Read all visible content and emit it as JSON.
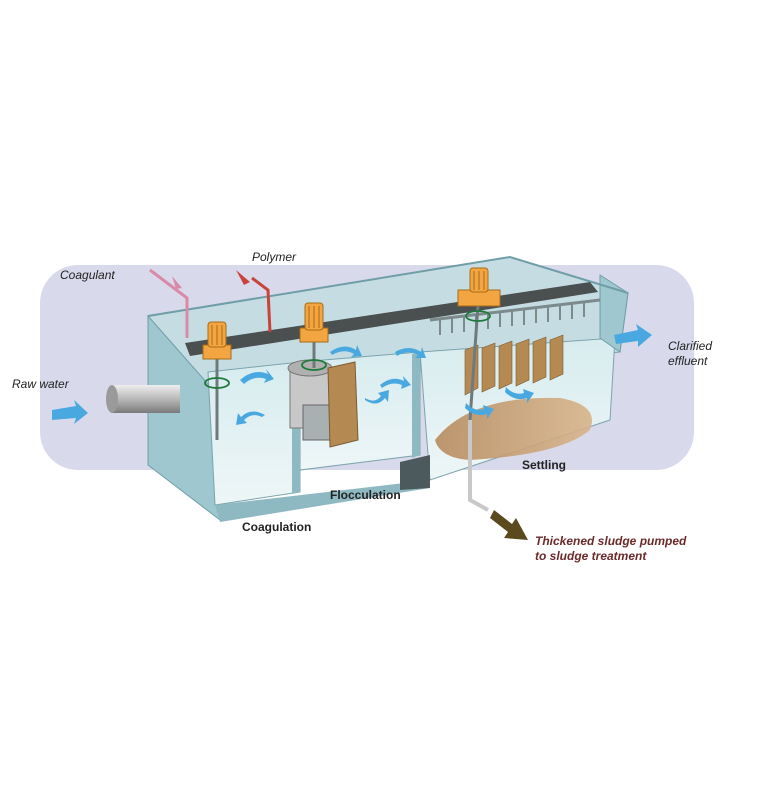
{
  "labels": {
    "coagulant": "Coagulant",
    "polymer": "Polymer",
    "raw_water": "Raw water",
    "clarified_line1": "Clarified",
    "clarified_line2": "effluent",
    "coagulation": "Coagulation",
    "flocculation": "Flocculation",
    "settling": "Settling",
    "sludge_line1": "Thickened sludge pumped",
    "sludge_line2": "to sludge treatment"
  },
  "colors": {
    "background_panel": "#d9d9ec",
    "tank_wall": "#9fc7cf",
    "tank_wall_dark": "#6f9ea8",
    "water": "#cfe6ea",
    "bridge": "#4a4f4f",
    "motor": "#f2a540",
    "flow_arrow": "#4aa8e0",
    "sludge": "#c9a27a",
    "sludge_arrow": "#5a4a1e",
    "coagulant_pipe": "#d98aa8",
    "polymer_pipe": "#c9433c"
  }
}
